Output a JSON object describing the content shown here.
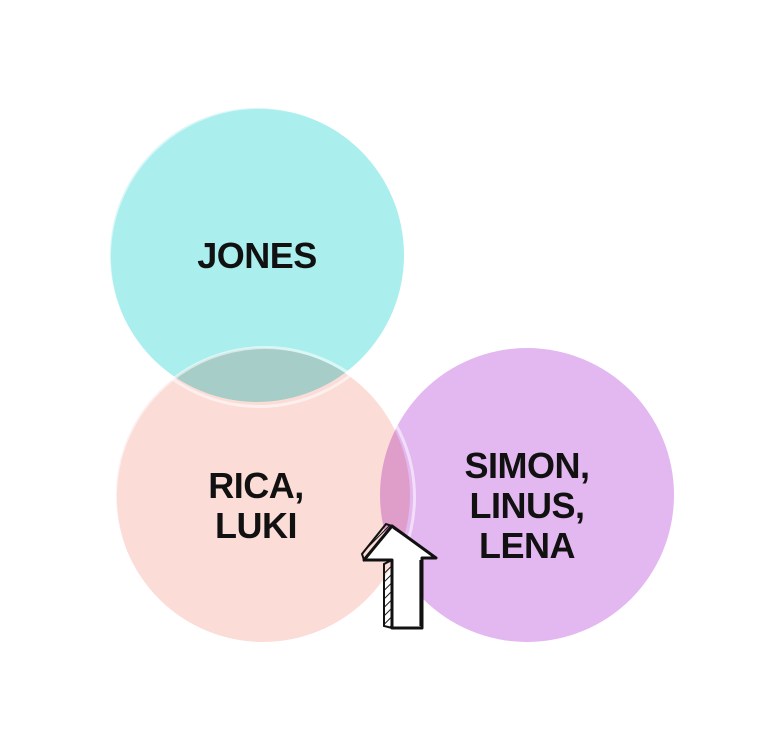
{
  "diagram": {
    "circles": [
      {
        "id": "top",
        "label": "JONES",
        "color": "#AAEEEE"
      },
      {
        "id": "left",
        "label": "RICA,\nLUKI",
        "color": "#FBDCD7"
      },
      {
        "id": "right",
        "label": "SIMON,\nLINUS,\nLENA",
        "color": "#E3B7F0"
      }
    ],
    "arrow_icon": "hand-drawn-up-arrow"
  }
}
